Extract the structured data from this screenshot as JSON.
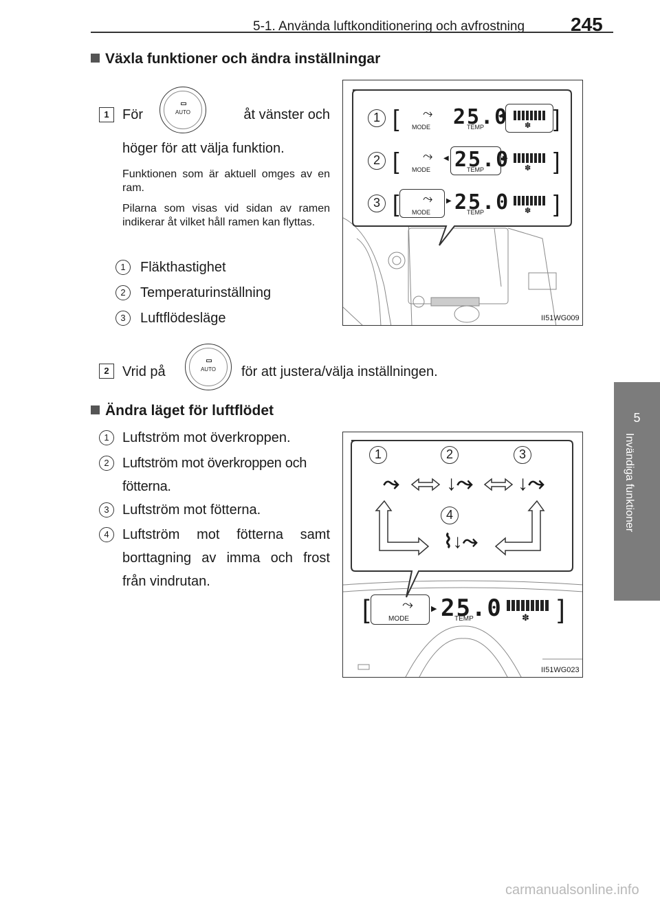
{
  "header": {
    "section": "5-1. Använda luftkonditionering och avfrostning",
    "page_number": "245"
  },
  "side_tab": {
    "number": "5",
    "label": "Invändiga funktioner"
  },
  "section1": {
    "title": "Växla funktioner och ändra inställningar",
    "step1": {
      "number": "1",
      "line1_before": "För",
      "line1_after": "åt vänster och",
      "line2": "höger för att välja funktion.",
      "note1": "Funktionen som är aktuell omges av en ram.",
      "note2": "Pilarna som visas vid sidan av ramen indikerar åt vilket håll ramen kan flyttas.",
      "items": [
        {
          "num": "1",
          "text": "Fläkthastighet"
        },
        {
          "num": "2",
          "text": "Temperaturinställning"
        },
        {
          "num": "3",
          "text": "Luftflödesläge"
        }
      ]
    },
    "step2": {
      "number": "2",
      "before": "Vrid på",
      "after": "för att justera/välja inställningen."
    },
    "knob_label": "AUTO",
    "figure": {
      "code": "II51WG009",
      "temperature": "25.0",
      "mode_label": "MODE",
      "temp_label": "TEMP",
      "rows": [
        "1",
        "2",
        "3"
      ]
    }
  },
  "section2": {
    "title": "Ändra läget för luftflödet",
    "items": [
      {
        "num": "1",
        "text": "Luftström mot överkroppen."
      },
      {
        "num": "2",
        "text": "Luftström mot överkroppen och fötterna."
      },
      {
        "num": "3",
        "text": "Luftström mot fötterna."
      },
      {
        "num": "4",
        "text": "Luftström mot fötterna samt borttagning av imma och frost från vindrutan."
      }
    ],
    "figure": {
      "code": "II51WG023",
      "temperature": "25.0",
      "mode_label": "MODE",
      "temp_label": "TEMP",
      "labels": [
        "1",
        "2",
        "3",
        "4"
      ]
    }
  },
  "footer": {
    "watermark": "carmanualsonline.info"
  }
}
